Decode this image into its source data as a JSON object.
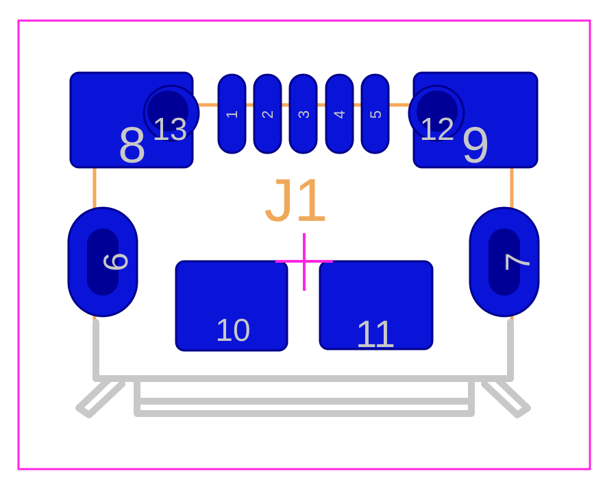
{
  "colors": {
    "courtyard": "#ff26e2",
    "pad_fill": "#0a14d8",
    "pad_stroke": "#00008c",
    "hole": "#000096",
    "trace": "#f5a85a",
    "silk": "#c8c8c8",
    "label": "#c8c8c8",
    "reference": "#f0a95a",
    "crosshair": "#ff26e2"
  },
  "reference": "J1",
  "pads": [
    {
      "id": "1",
      "label": "1"
    },
    {
      "id": "2",
      "label": "2"
    },
    {
      "id": "3",
      "label": "3"
    },
    {
      "id": "4",
      "label": "4"
    },
    {
      "id": "5",
      "label": "5"
    },
    {
      "id": "6",
      "label": "6"
    },
    {
      "id": "7",
      "label": "7"
    },
    {
      "id": "8",
      "label": "8"
    },
    {
      "id": "9",
      "label": "9"
    },
    {
      "id": "10",
      "label": "10"
    },
    {
      "id": "11",
      "label": "11"
    },
    {
      "id": "12",
      "label": "12"
    },
    {
      "id": "13",
      "label": "13"
    }
  ]
}
